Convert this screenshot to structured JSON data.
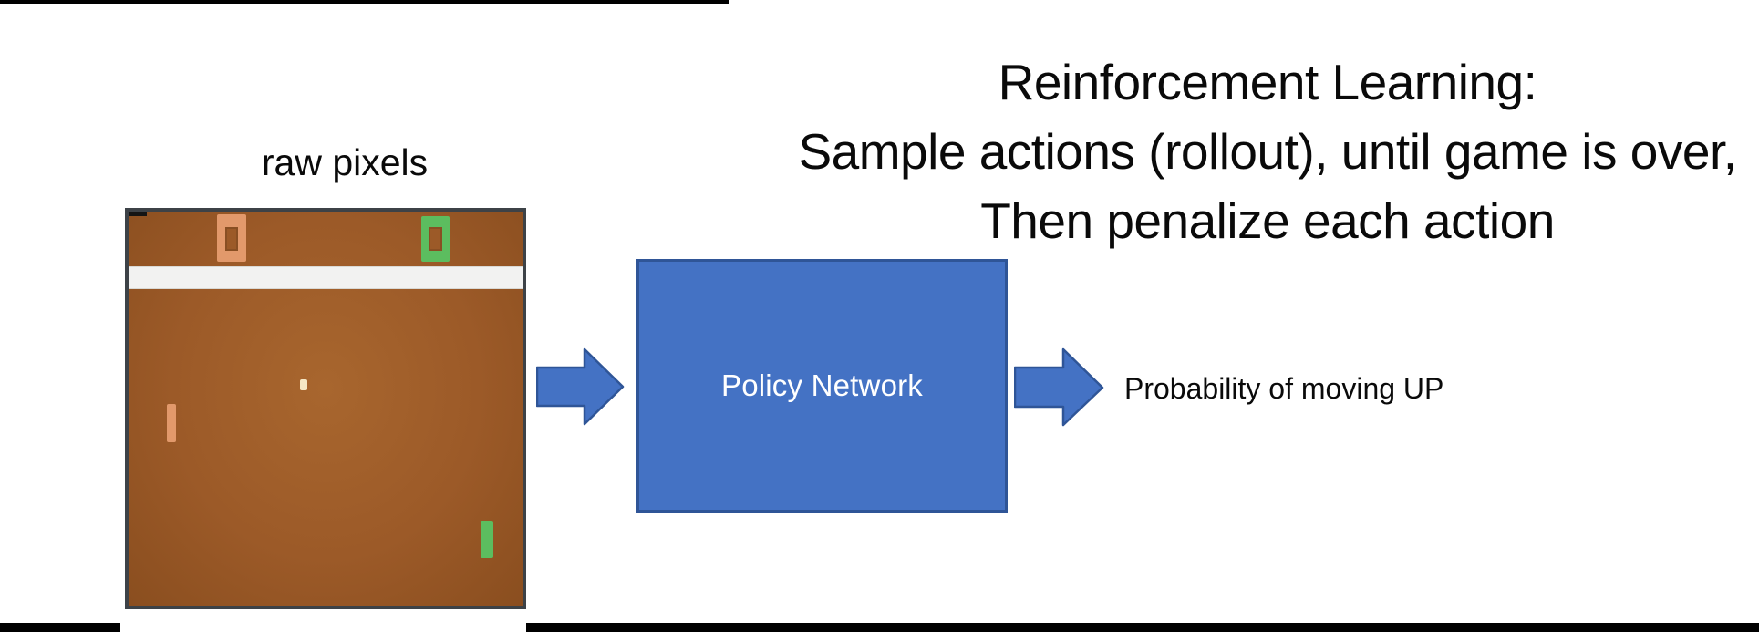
{
  "slide": {
    "title": {
      "line1": "Reinforcement Learning:",
      "line2": "Sample actions (rollout), until game is over,",
      "line3": "Then penalize each action"
    },
    "game": {
      "caption": "raw pixels",
      "left_score": "0",
      "right_score": "0"
    },
    "policy_box": {
      "label": "Policy Network"
    },
    "output_label": "Probability of moving UP",
    "colors": {
      "accent_blue": "#4472c4",
      "accent_blue_border": "#2f5597",
      "game_bg": "#9c5a28",
      "game_bg_light": "#a8662e",
      "game_bg_dark": "#8a4e1f",
      "game_border": "#3d4247",
      "score_orange": "#e2996b",
      "score_green": "#5cbd5f",
      "ball_cream": "#f5e7c4",
      "band_white": "#f2f2f1",
      "bar_black": "#000000"
    }
  }
}
